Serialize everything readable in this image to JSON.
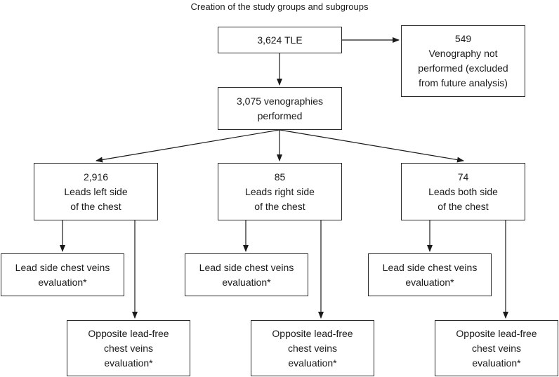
{
  "title": "Creation of the study groups and subgroups",
  "nodes": {
    "tle": [
      "3,624 TLE"
    ],
    "excluded": [
      "549",
      "Venography not",
      "performed (excluded",
      "from future analysis)"
    ],
    "venographies": [
      "3,075 venographies",
      "performed"
    ],
    "left": [
      "2,916",
      "Leads left side",
      "of the chest"
    ],
    "right": [
      "85",
      "Leads right side",
      "of the chest"
    ],
    "both": [
      "74",
      "Leads both side",
      "of the chest"
    ],
    "left_lead_side": [
      "Lead side chest veins",
      "evaluation*"
    ],
    "left_opposite": [
      "Opposite lead-free",
      "chest veins",
      "evaluation*"
    ],
    "right_lead_side": [
      "Lead side chest veins",
      "evaluation*"
    ],
    "right_opposite": [
      "Opposite lead-free",
      "chest veins",
      "evaluation*"
    ],
    "both_lead_side": [
      "Lead side chest veins",
      "evaluation*"
    ],
    "both_opposite": [
      "Opposite lead-free",
      "chest veins",
      "evaluation*"
    ]
  }
}
